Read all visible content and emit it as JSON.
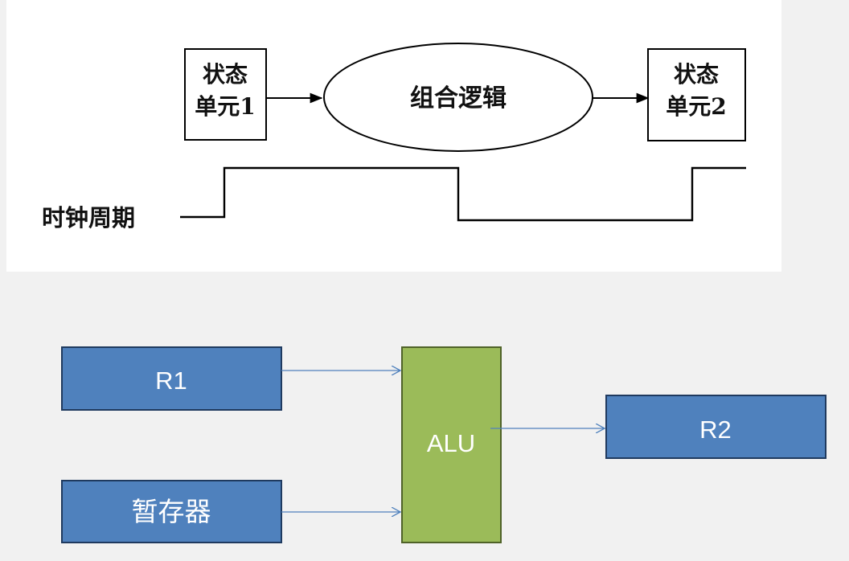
{
  "top_diagram": {
    "state_unit_1": {
      "line1": "状态",
      "line2": "单元1"
    },
    "combinational_logic": "组合逻辑",
    "state_unit_2": {
      "line1": "状态",
      "line2": "单元2"
    },
    "clock_label": "时钟周期"
  },
  "bottom_diagram": {
    "r1_label": "R1",
    "temp_register_label": "暂存器",
    "alu_label": "ALU",
    "r2_label": "R2",
    "colors": {
      "register_fill": "#4f81bd",
      "register_stroke": "#1f3a5f",
      "alu_fill": "#9bbb59",
      "alu_stroke": "#4f6228",
      "arrow_color": "#4f81bd",
      "label_color": "#ffffff"
    }
  }
}
